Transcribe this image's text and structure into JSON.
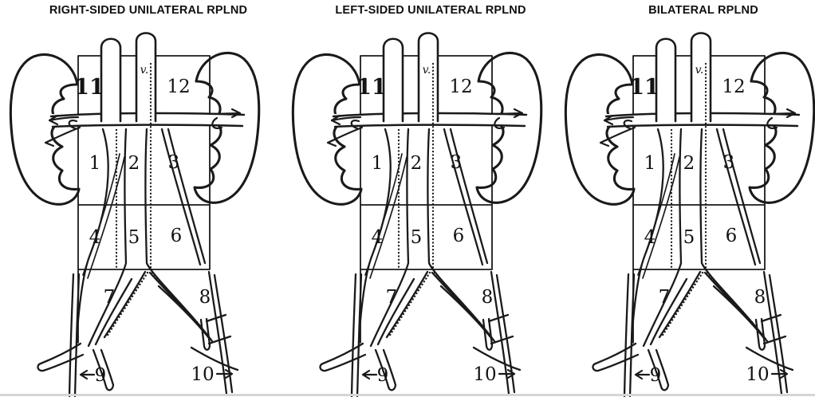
{
  "figure": {
    "panels": [
      {
        "id": "right-sided-unilateral",
        "title": "RIGHT-SIDED UNILATERAL RPLND",
        "shaded_zones": [
          "z1",
          "z2",
          "z4",
          "z5",
          "z7"
        ]
      },
      {
        "id": "left-sided-unilateral",
        "title": "LEFT-SIDED UNILATERAL RPLND",
        "shaded_zones": [
          "z3",
          "z6",
          "z8"
        ]
      },
      {
        "id": "bilateral",
        "title": "BILATERAL RPLND",
        "shaded_zones": [
          "z1",
          "z2",
          "z3",
          "z4",
          "z5",
          "z6",
          "z7",
          "z8"
        ]
      }
    ],
    "zone_labels": {
      "z1": "1",
      "z2": "2",
      "z3": "3",
      "z4": "4",
      "z5": "5",
      "z6": "6",
      "z7": "7",
      "z8": "8",
      "z9": "9",
      "z10": "10",
      "z11": "11",
      "z12": "12"
    },
    "landmark_labels": {
      "vein": "v."
    },
    "colors": {
      "zone_shade": "#c7d4eb",
      "line": "#1a1a1a",
      "number": "#131313",
      "number_shaded": "#2b3f68",
      "background": "#ffffff"
    }
  }
}
